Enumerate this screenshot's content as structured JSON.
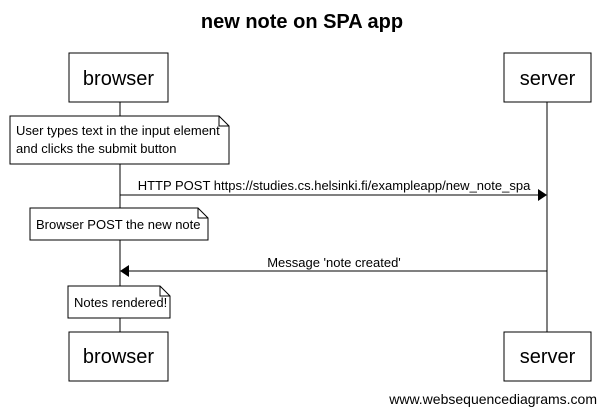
{
  "title": "new note on SPA app",
  "participants": {
    "browser": "browser",
    "server": "server"
  },
  "notes": [
    {
      "lines": [
        "User types text in the input element",
        "and clicks the submit button"
      ]
    },
    {
      "lines": [
        "Browser POST the new note"
      ]
    },
    {
      "lines": [
        "Notes rendered!"
      ]
    }
  ],
  "messages": [
    {
      "from": "browser",
      "to": "server",
      "label": "HTTP POST https://studies.cs.helsinki.fi/exampleapp/new_note_spa"
    },
    {
      "from": "server",
      "to": "browser",
      "label": "Message 'note created'"
    }
  ],
  "footer": "www.websequencediagrams.com",
  "colors": {
    "line": "#000000",
    "fill": "#ffffff"
  }
}
